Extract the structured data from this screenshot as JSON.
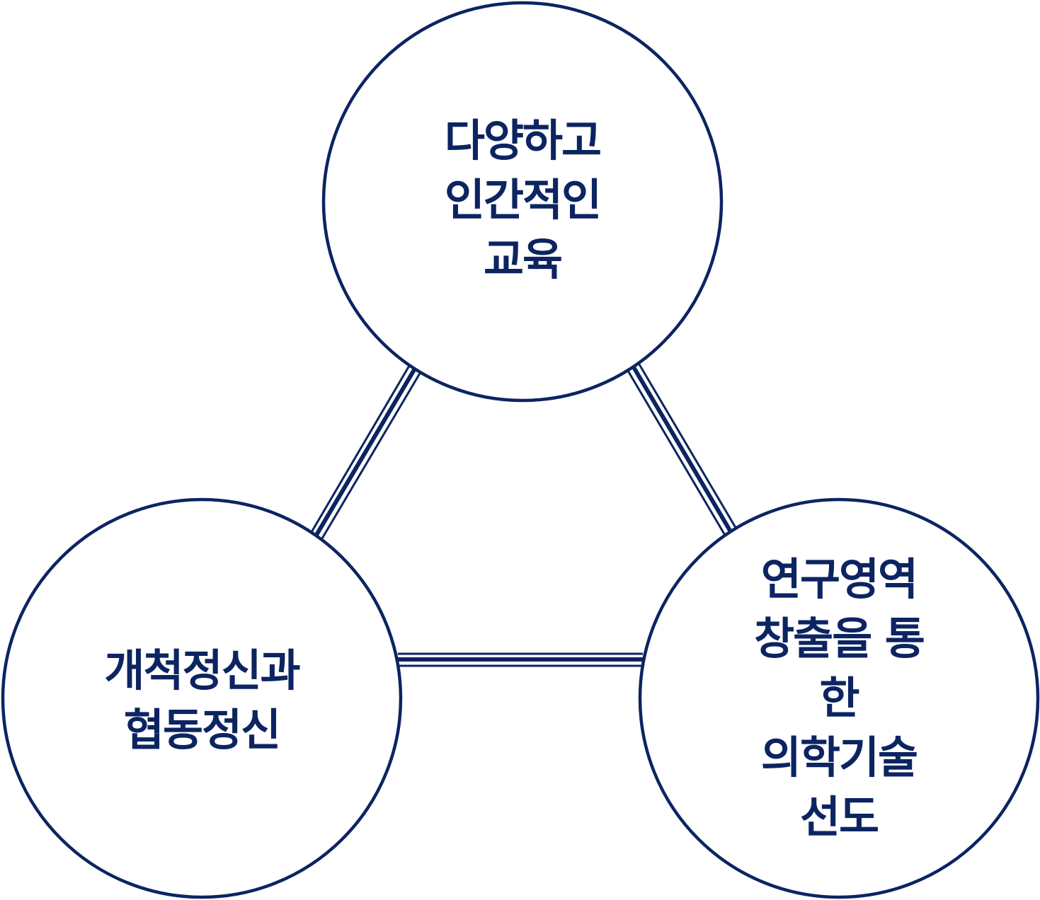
{
  "colors": {
    "stroke": "#0c2461",
    "text": "#0c2461"
  },
  "nodes": [
    {
      "id": "top",
      "text": "다양하고\n인간적인\n교육"
    },
    {
      "id": "left",
      "text": "개척정신과\n협동정신"
    },
    {
      "id": "right",
      "text": "연구영역\n창출을 통한\n의학기술 선도"
    }
  ]
}
